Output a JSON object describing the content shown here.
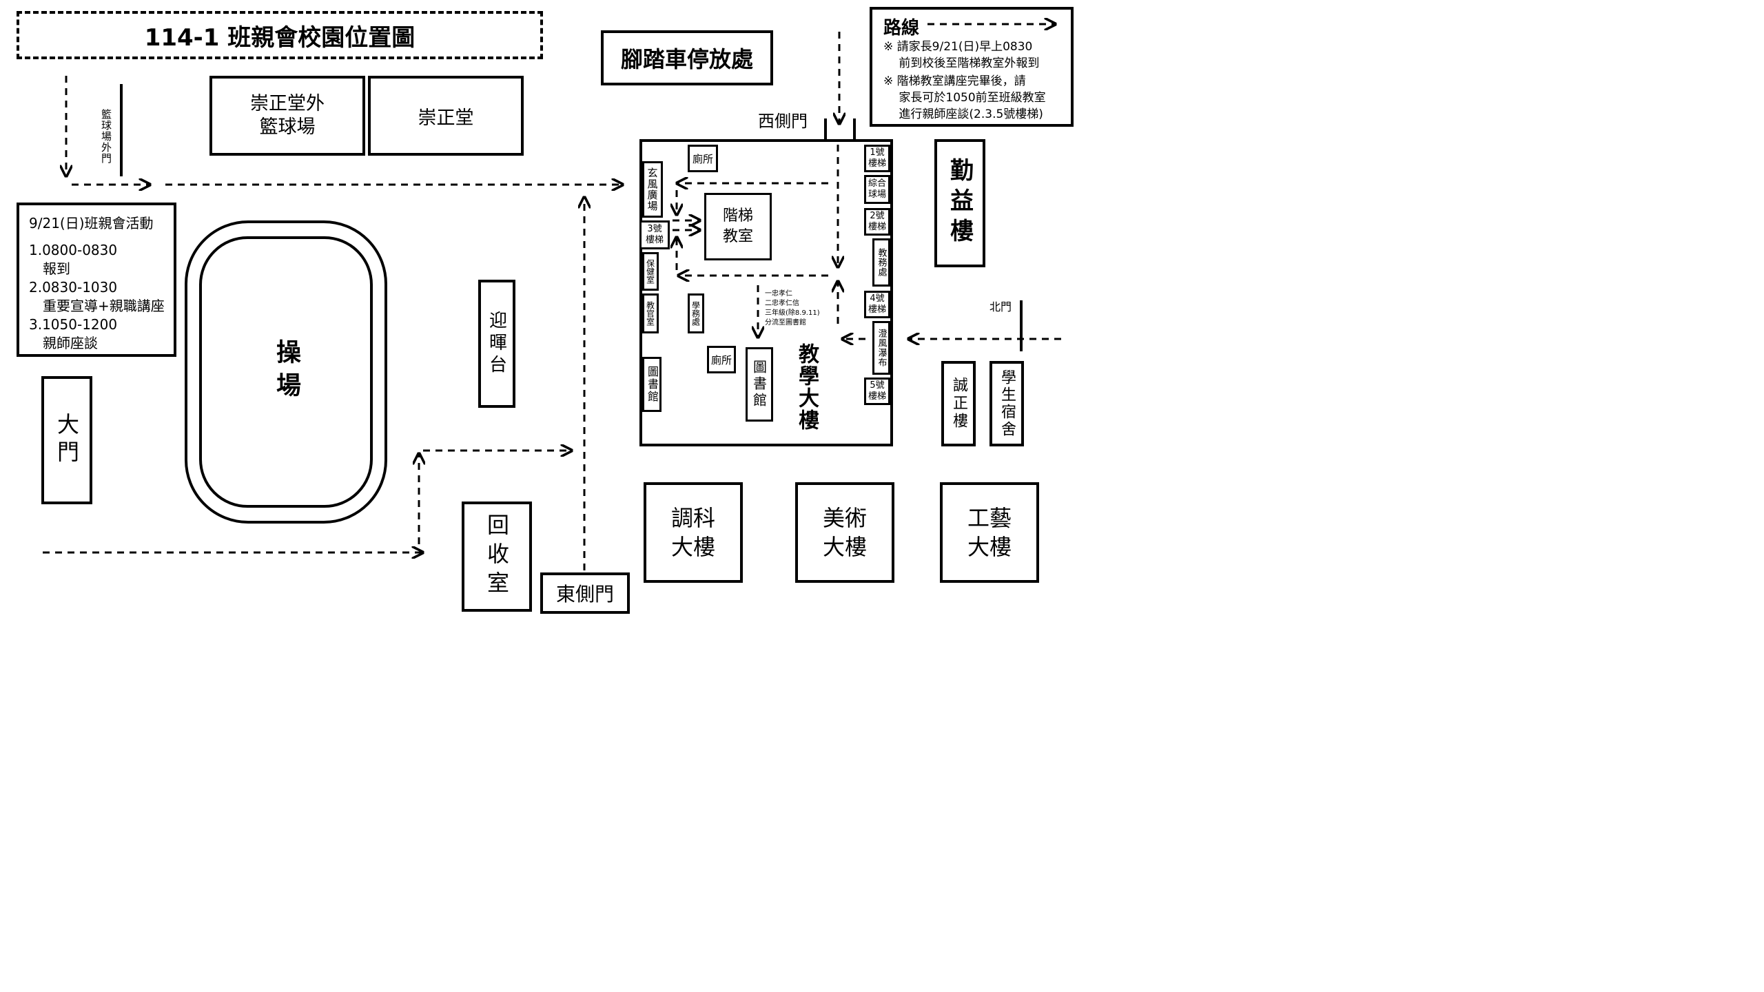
{
  "title": "114-1 班親會校園位置圖",
  "buildings": {
    "bike_parking": "腳踏車停放處",
    "chongzheng_outdoor_court": "崇正堂外\n籃球場",
    "chongzheng_hall": "崇正堂",
    "court_outer_gate": "籃球場外門",
    "main_gate": "大門",
    "playground": "操場",
    "yinghui_stage": "迎暉台",
    "recycling_room": "回收室",
    "east_side_gate": "東側門",
    "west_side_gate": "西側門",
    "qinyi_building": "勤益樓",
    "north_gate": "北門",
    "chengzheng_building": "誠正樓",
    "dormitory": "學生宿舍",
    "tiaoke_building": "調科\n大樓",
    "art_building": "美術\n大樓",
    "craft_building": "工藝\n大樓"
  },
  "teaching_building": {
    "name": "教學大樓",
    "restroom_top": "廁所",
    "lobby": "玄風廣場",
    "stair_3": "3號\n樓梯",
    "health_room": "保健室",
    "instructor_office": "教官室",
    "library_left": "圖書館",
    "lecture_hall": "階梯\n教室",
    "student_affairs": "學務處",
    "restroom_bottom": "廁所",
    "library_center": "圖書館",
    "stair_1": "1號\n樓梯",
    "sports_court": "綜合\n球場",
    "stair_2": "2號\n樓梯",
    "academic_affairs": "教務處",
    "stair_4": "4號\n樓梯",
    "waterfall": "澄風瀑布",
    "stair_5": "5號\n樓梯",
    "divert_note": "一忠孝仁\n二忠孝仁信\n三年級(除8.9.11)\n分流至圖書館"
  },
  "schedule": {
    "heading": "9/21(日)班親會活動",
    "items": [
      "1.0800-0830\n　報到",
      "2.0830-1030\n　重要宣導+親職講座",
      "3.1050-1200\n　親師座談"
    ]
  },
  "legend": {
    "title": "路線",
    "notes": [
      "※ 請家長9/21(日)早上0830\n　 前到校後至階梯教室外報到",
      "※ 階梯教室講座完畢後，請\n　 家長可於1050前至班級教室\n　 進行親師座談(2.3.5號樓梯)"
    ]
  }
}
